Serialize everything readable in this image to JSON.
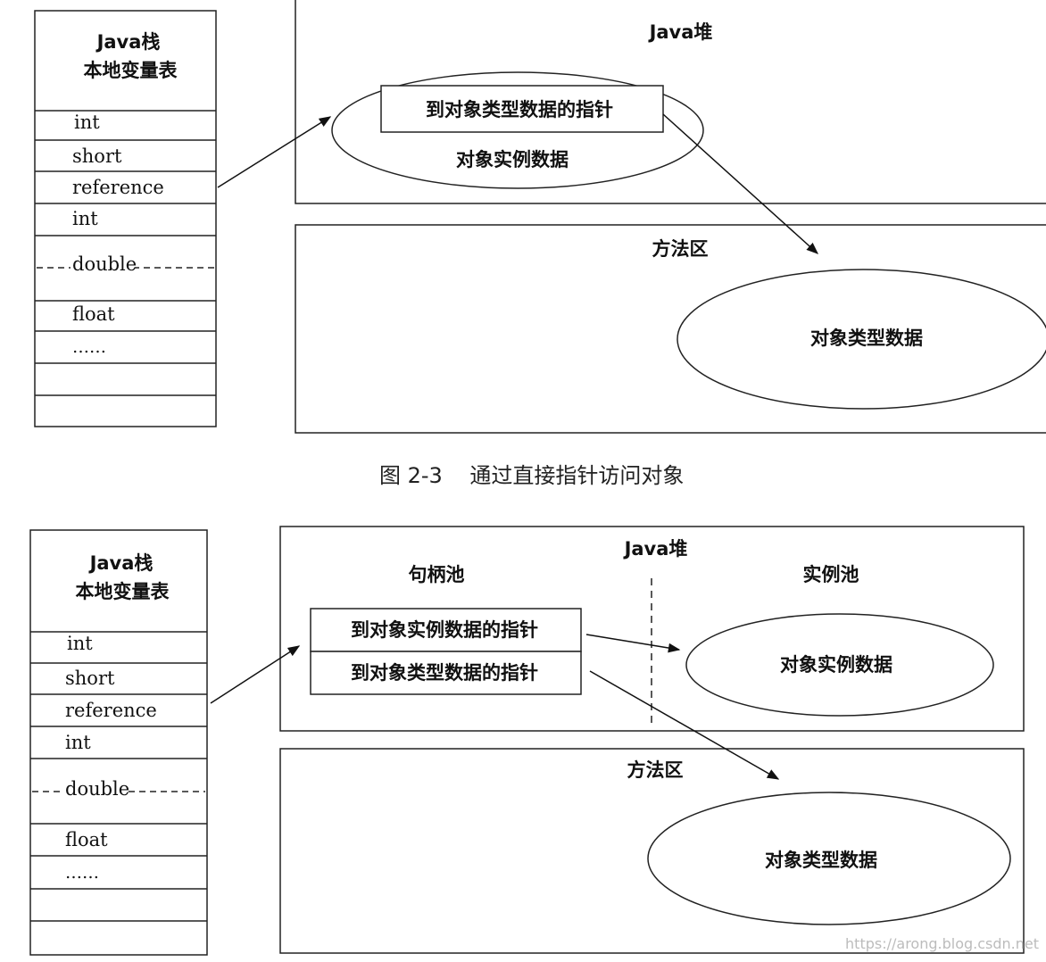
{
  "figure1": {
    "stack_title_1": "Java栈",
    "stack_title_2": "本地变量表",
    "slots": [
      "int",
      "short",
      "reference",
      "int",
      "double",
      "float",
      "……"
    ],
    "heap_label": "Java堆",
    "pointer_box": "到对象类型数据的指针",
    "instance_data": "对象实例数据",
    "method_area_label": "方法区",
    "type_data": "对象类型数据"
  },
  "caption": "图 2-3    通过直接指针访问对象",
  "figure2": {
    "stack_title_1": "Java栈",
    "stack_title_2": "本地变量表",
    "slots": [
      "int",
      "short",
      "reference",
      "int",
      "double",
      "float",
      "……"
    ],
    "heap_label": "Java堆",
    "handle_pool_label": "句柄池",
    "instance_pool_label": "实例池",
    "pointer_instance": "到对象实例数据的指针",
    "pointer_type": "到对象类型数据的指针",
    "instance_data": "对象实例数据",
    "method_area_label": "方法区",
    "type_data": "对象类型数据"
  },
  "watermark": "https://arong.blog.csdn.net"
}
